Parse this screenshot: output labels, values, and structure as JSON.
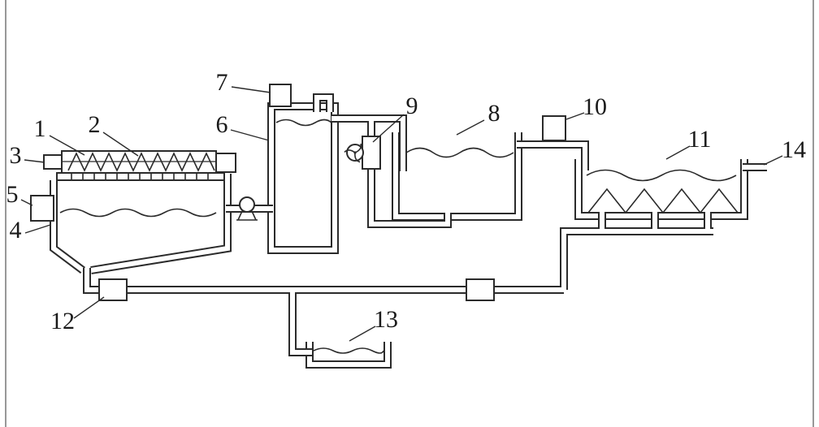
{
  "figure": {
    "background": "#ffffff",
    "ink_color": "#2b2b2b",
    "edge_line_color": "#989898"
  },
  "ref_labels": [
    {
      "n": "1"
    },
    {
      "n": "2"
    },
    {
      "n": "3"
    },
    {
      "n": "4"
    },
    {
      "n": "5"
    },
    {
      "n": "6"
    },
    {
      "n": "7"
    },
    {
      "n": "8"
    },
    {
      "n": "9"
    },
    {
      "n": "10"
    },
    {
      "n": "11"
    },
    {
      "n": "12"
    },
    {
      "n": "13"
    },
    {
      "n": "14"
    }
  ]
}
